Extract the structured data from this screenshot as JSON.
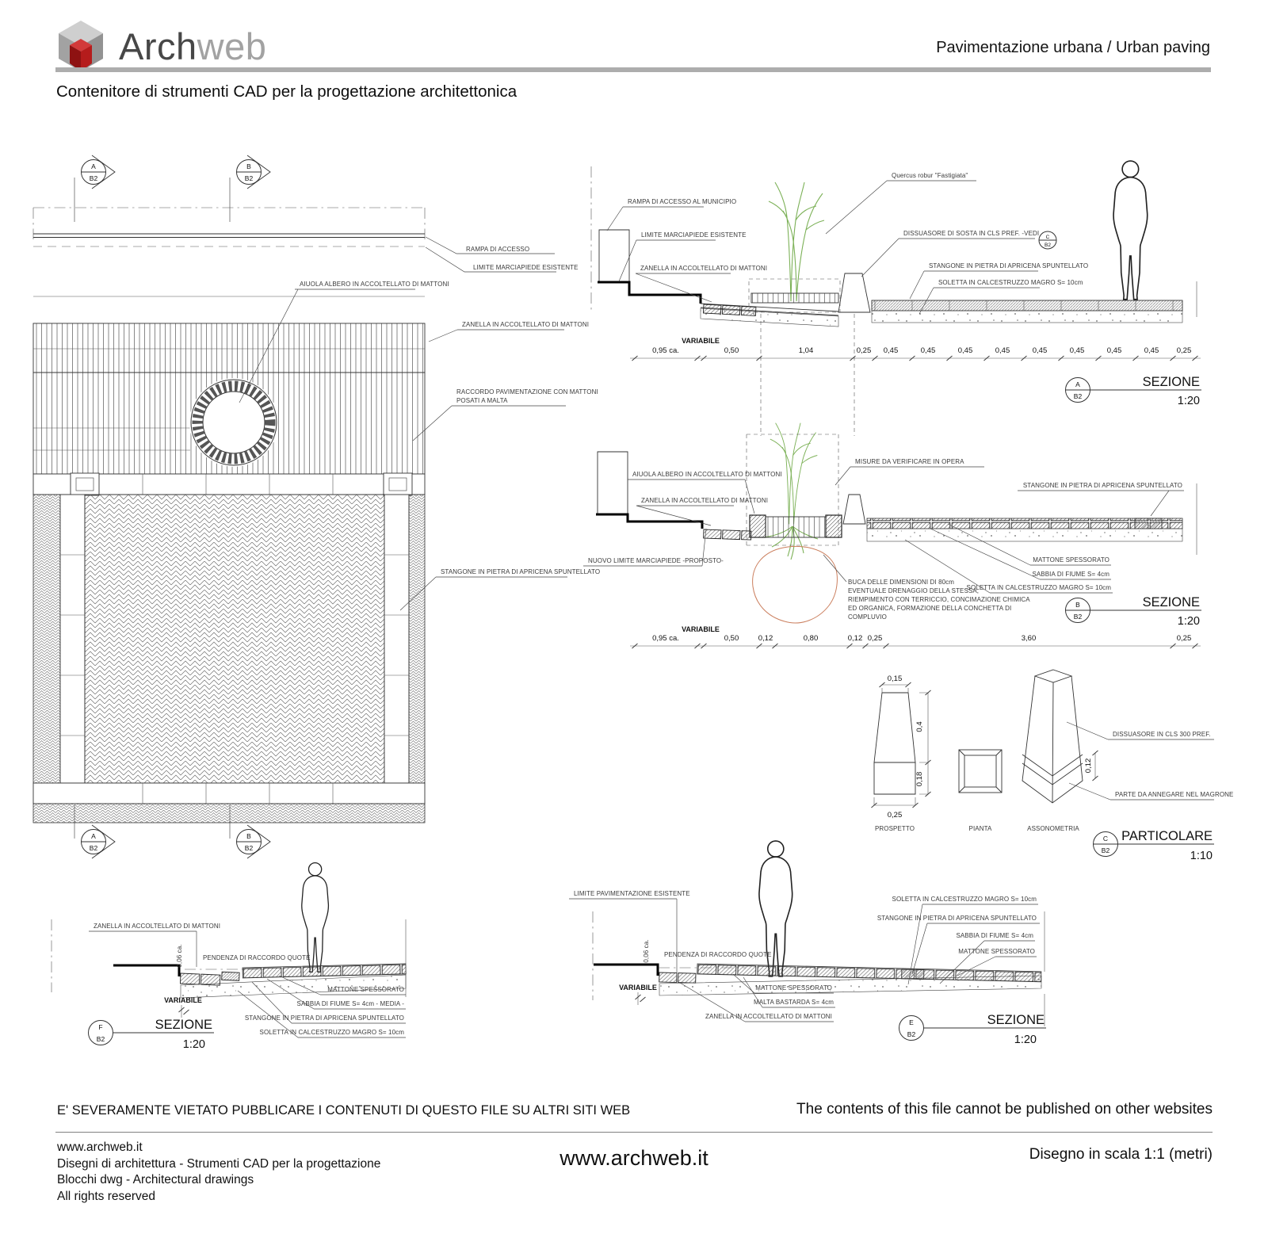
{
  "header": {
    "logo_part1": "Arch",
    "logo_part2": "web",
    "category": "Pavimentazione urbana  /  Urban paving",
    "title": "Contenitore di strumenti CAD per la progettazione architettonica"
  },
  "markers": {
    "a": "A",
    "b": "B",
    "c": "C",
    "e": "E",
    "f": "F",
    "sheet": "B2"
  },
  "plan": {
    "labels": {
      "rampa": "RAMPA DI ACCESSO",
      "limite": "LIMITE MARCIAPIEDE ESISTENTE",
      "aiuola": "AIUOLA ALBERO IN ACCOLTELLATO DI MATTONI",
      "zanella": "ZANELLA IN ACCOLTELLATO DI MATTONI",
      "raccordo_l1": "RACCORDO PAVIMENTAZIONE CON MATTONI",
      "raccordo_l2": "POSATI A MALTA",
      "stangone": "STANGONE IN PIETRA DI APRICENA SPUNTELLATO"
    }
  },
  "section_a": {
    "title": "SEZIONE",
    "scale": "1:20",
    "labels": {
      "rampa": "RAMPA DI ACCESSO AL MUNICIPIO",
      "limite": "LIMITE MARCIAPIEDE ESISTENTE",
      "zanella": "ZANELLA IN ACCOLTELLATO DI MATTONI",
      "quercus": "Quercus robur \"Fastigiata\"",
      "dissuasore": "DISSUASORE DI SOSTA IN CLS PREF. -VEDI",
      "stangone": "STANGONE IN PIETRA DI APRICENA SPUNTELLATO",
      "soletta": "SOLETTA IN CALCESTRUZZO MAGRO S= 10cm"
    },
    "variabile": "VARIABILE",
    "dims": [
      "0,95 ca.",
      "0,50",
      "1,04",
      "0,25",
      "0,45",
      "0,45",
      "0,45",
      "0,45",
      "0,45",
      "0,45",
      "0,45",
      "0,45",
      "0,25"
    ]
  },
  "section_b": {
    "title": "SEZIONE",
    "scale": "1:20",
    "labels": {
      "aiuola": "AIUOLA ALBERO IN ACCOLTELLATO DI MATTONI",
      "zanella": "ZANELLA IN ACCOLTELLATO DI MATTONI",
      "nuovo_limite": "NUOVO LIMITE MARCIAPIEDE -PROPOSTO-",
      "misure": "MISURE DA VERIFICARE IN OPERA",
      "stangone": "STANGONE IN PIETRA DI APRICENA SPUNTELLATO",
      "mattone": "MATTONE SPESSORATO",
      "sabbia": "SABBIA DI FIUME S= 4cm",
      "soletta": "SOLETTA IN CALCESTRUZZO MAGRO S= 10cm",
      "buca_l1": "BUCA DELLE DIMENSIONI DI 80cm",
      "buca_l2": "EVENTUALE DRENAGGIO DELLA STESSA,",
      "buca_l3": "RIEMPIMENTO CON TERRICCIO, CONCIMAZIONE CHIMICA",
      "buca_l4": "ED ORGANICA, FORMAZIONE DELLA CONCHETTA DI",
      "buca_l5": "COMPLUVIO"
    },
    "variabile": "VARIABILE",
    "dims": [
      "0,95 ca.",
      "0,50",
      "0,12",
      "0,80",
      "0,12",
      "0,25",
      "3,60",
      "0,25"
    ]
  },
  "detail_c": {
    "title": "PARTICOLARE",
    "scale": "1:10",
    "views": {
      "prospetto": "PROSPETTO",
      "pianta": "PIANTA",
      "assonometria": "ASSONOMETRIA"
    },
    "labels": {
      "dissuasore": "DISSUASORE IN CLS 300 PREF.",
      "parte": "PARTE DA ANNEGARE NEL MAGRONE"
    },
    "dims": {
      "top": "0,15",
      "upper": "0,4",
      "lower": "0,18",
      "base": "0,25",
      "annegare": "0,12"
    }
  },
  "section_f": {
    "title": "SEZIONE",
    "scale": "1:20",
    "labels": {
      "zanella": "ZANELLA IN ACCOLTELLATO DI MATTONI",
      "h006": "0,06 ca.",
      "pendenza": "PENDENZA DI RACCORDO QUOTE",
      "mattone": "MATTONE SPESSORATO",
      "sabbia": "SABBIA DI FIUME S= 4cm - MEDIA -",
      "stangone": "STANGONE IN PIETRA DI APRICENA SPUNTELLATO",
      "soletta": "SOLETTA IN CALCESTRUZZO MAGRO S= 10cm"
    },
    "variabile": "VARIABILE"
  },
  "section_e": {
    "title": "SEZIONE",
    "scale": "1:20",
    "labels": {
      "limite": "LIMITE PAVIMENTAZIONE ESISTENTE",
      "h006": "0,06 ca.",
      "pendenza": "PENDENZA DI RACCORDO QUOTE",
      "soletta": "SOLETTA IN CALCESTRUZZO MAGRO S= 10cm",
      "stangone": "STANGONE IN PIETRA DI APRICENA SPUNTELLATO",
      "sabbia": "SABBIA DI FIUME S= 4cm",
      "mattone_top": "MATTONE SPESSORATO",
      "mattone_bottom": "MATTONE SPESSORATO",
      "malta": "MALTA BASTARDA S= 4cm",
      "zanella": "ZANELLA IN ACCOLTELLATO DI MATTONI"
    },
    "variabile": "VARIABILE"
  },
  "footer": {
    "warning_it": "E' SEVERAMENTE VIETATO PUBBLICARE I CONTENUTI DI QUESTO FILE SU ALTRI SITI WEB",
    "warning_en": "The contents of this file cannot be published on other websites",
    "info_l1": "www.archweb.it",
    "info_l2": "Disegni di architettura - Strumenti CAD  per la progettazione",
    "info_l3": "Blocchi dwg - Architectural drawings",
    "info_l4": "All rights reserved",
    "site": "www.archweb.it",
    "scale_note": "Disegno in scala 1:1 (metri)"
  }
}
